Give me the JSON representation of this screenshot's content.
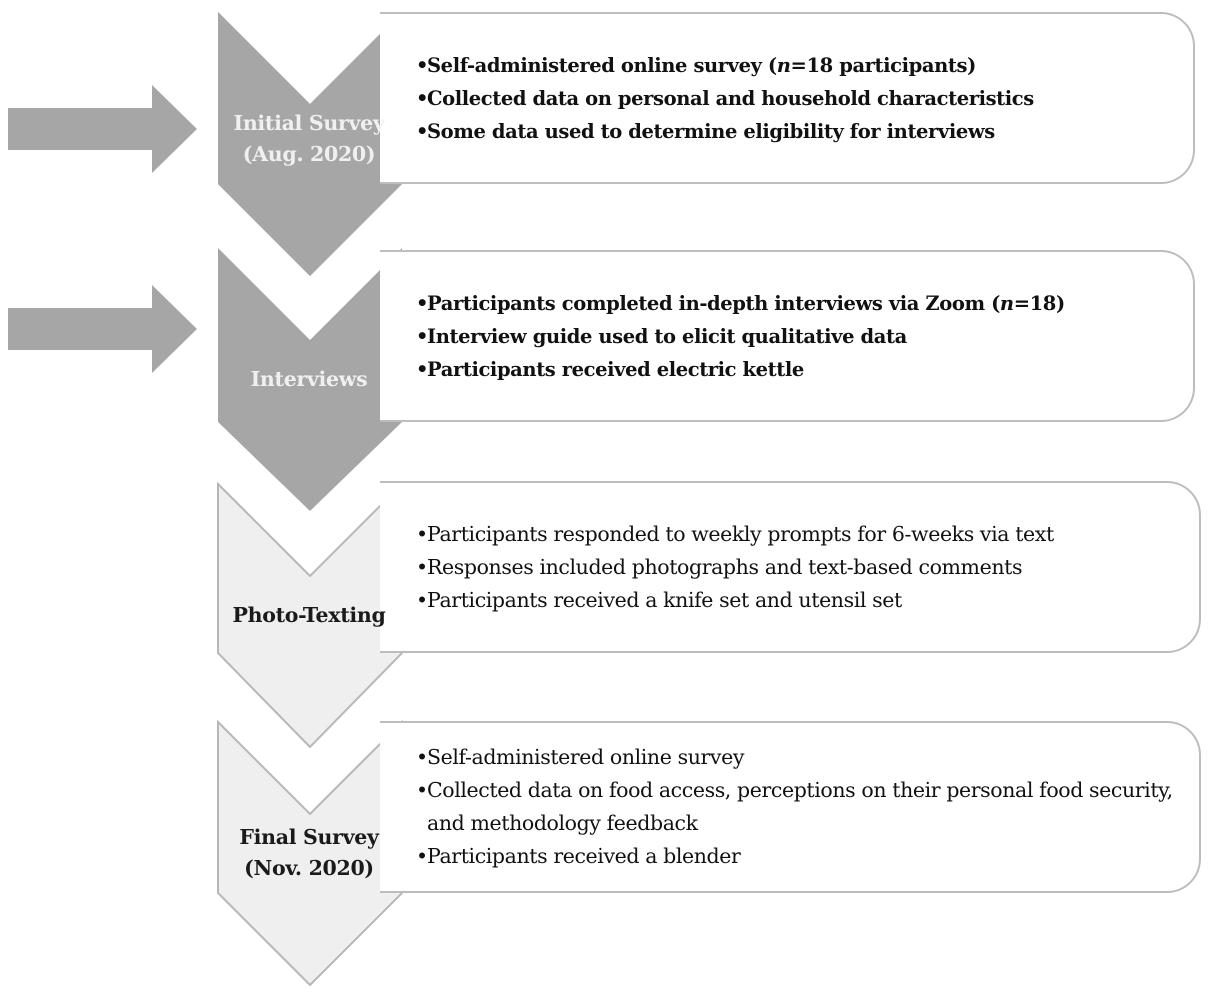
{
  "stages": [
    {
      "id": "initial-survey",
      "label_lines": [
        "Initial Survey",
        "(Aug. 2020)"
      ],
      "style": "dark-chevron",
      "has_entry_arrow": true,
      "bullets": [
        {
          "parts": [
            {
              "text": "Self-administered online survey ("
            },
            {
              "text": "n",
              "italic": true
            },
            {
              "text": "=18 participants)"
            }
          ]
        },
        {
          "parts": [
            {
              "text": "Collected data on personal and household characteristics"
            }
          ]
        },
        {
          "parts": [
            {
              "text": "Some data used to determine eligibility for interviews"
            }
          ]
        }
      ]
    },
    {
      "id": "interviews",
      "label_lines": [
        "Interviews"
      ],
      "style": "dark-chevron",
      "has_entry_arrow": true,
      "bullets": [
        {
          "parts": [
            {
              "text": "Participants completed in-depth interviews via Zoom ("
            },
            {
              "text": "n",
              "italic": true
            },
            {
              "text": "=18)"
            }
          ]
        },
        {
          "parts": [
            {
              "text": "Interview guide used to elicit qualitative data"
            }
          ]
        },
        {
          "parts": [
            {
              "text": "Participants received electric kettle"
            }
          ]
        }
      ]
    },
    {
      "id": "photo-texting",
      "label_lines": [
        "Photo-Texting"
      ],
      "style": "light-chevron",
      "has_entry_arrow": false,
      "bullets": [
        {
          "parts": [
            {
              "text": "Participants responded to weekly prompts for 6-weeks via text"
            }
          ]
        },
        {
          "parts": [
            {
              "text": "Responses included photographs and text-based comments"
            }
          ]
        },
        {
          "parts": [
            {
              "text": "Participants received a knife set and utensil set"
            }
          ]
        }
      ]
    },
    {
      "id": "final-survey",
      "label_lines": [
        "Final Survey",
        "(Nov. 2020)"
      ],
      "style": "light-chevron",
      "has_entry_arrow": false,
      "bullets": [
        {
          "parts": [
            {
              "text": "Self-administered online survey"
            }
          ]
        },
        {
          "lines": [
            "Collected data on food access, perceptions on their personal food security,",
            "and methodology feedback"
          ]
        },
        {
          "parts": [
            {
              "text": "Participants received a blender"
            }
          ]
        }
      ]
    }
  ],
  "colors": {
    "dark_fill": "#a6a6a6",
    "light_fill": "#efefef",
    "light_stroke": "#b7b7b7",
    "box_border": "#bdbdbd"
  }
}
